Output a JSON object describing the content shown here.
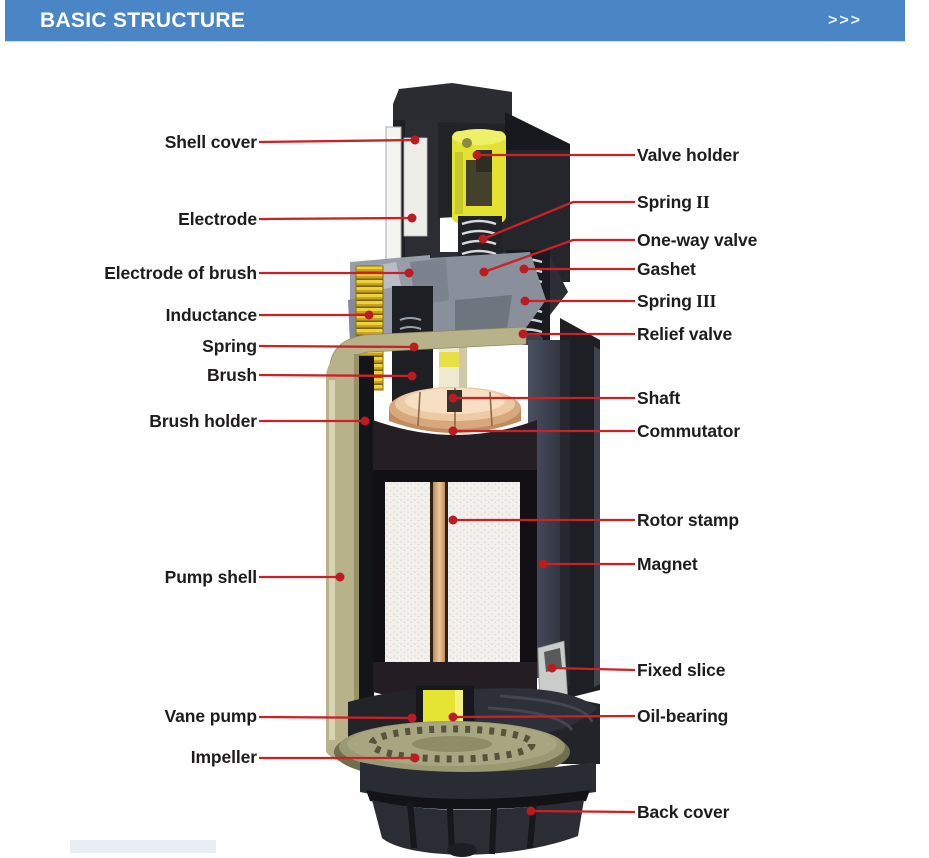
{
  "header": {
    "title": "BASIC STRUCTURE",
    "chevrons": ">>>",
    "bg_color": "#4a86c5",
    "text_color": "#ffffff"
  },
  "diagram": {
    "leader_line_color": "#cc2027",
    "leader_dot_color": "#bc1b21",
    "part_accent_colors": {
      "valve_yellow": "#e6e433",
      "commutator_copper": "#d8a77c",
      "shell_olive": "#b7b28a",
      "body_dark": "#26282e"
    },
    "labels": {
      "left": [
        {
          "text": "Shell cover"
        },
        {
          "text": "Electrode"
        },
        {
          "text": "Electrode of brush"
        },
        {
          "text": "Inductance"
        },
        {
          "text": "Spring"
        },
        {
          "text": "Brush"
        },
        {
          "text": "Brush holder"
        },
        {
          "text": "Pump shell"
        },
        {
          "text": "Vane pump"
        },
        {
          "text": "Impeller"
        }
      ],
      "right": [
        {
          "text": "Valve holder"
        },
        {
          "text": "Spring",
          "numeral": " II"
        },
        {
          "text": "One-way valve"
        },
        {
          "text": "Gashet"
        },
        {
          "text": "Spring",
          "numeral": " III"
        },
        {
          "text": "Relief valve"
        },
        {
          "text": "Shaft"
        },
        {
          "text": "Commutator"
        },
        {
          "text": "Rotor stamp"
        },
        {
          "text": "Magnet"
        },
        {
          "text": "Fixed slice"
        },
        {
          "text": "Oil-bearing"
        },
        {
          "text": "Back cover"
        }
      ]
    }
  }
}
